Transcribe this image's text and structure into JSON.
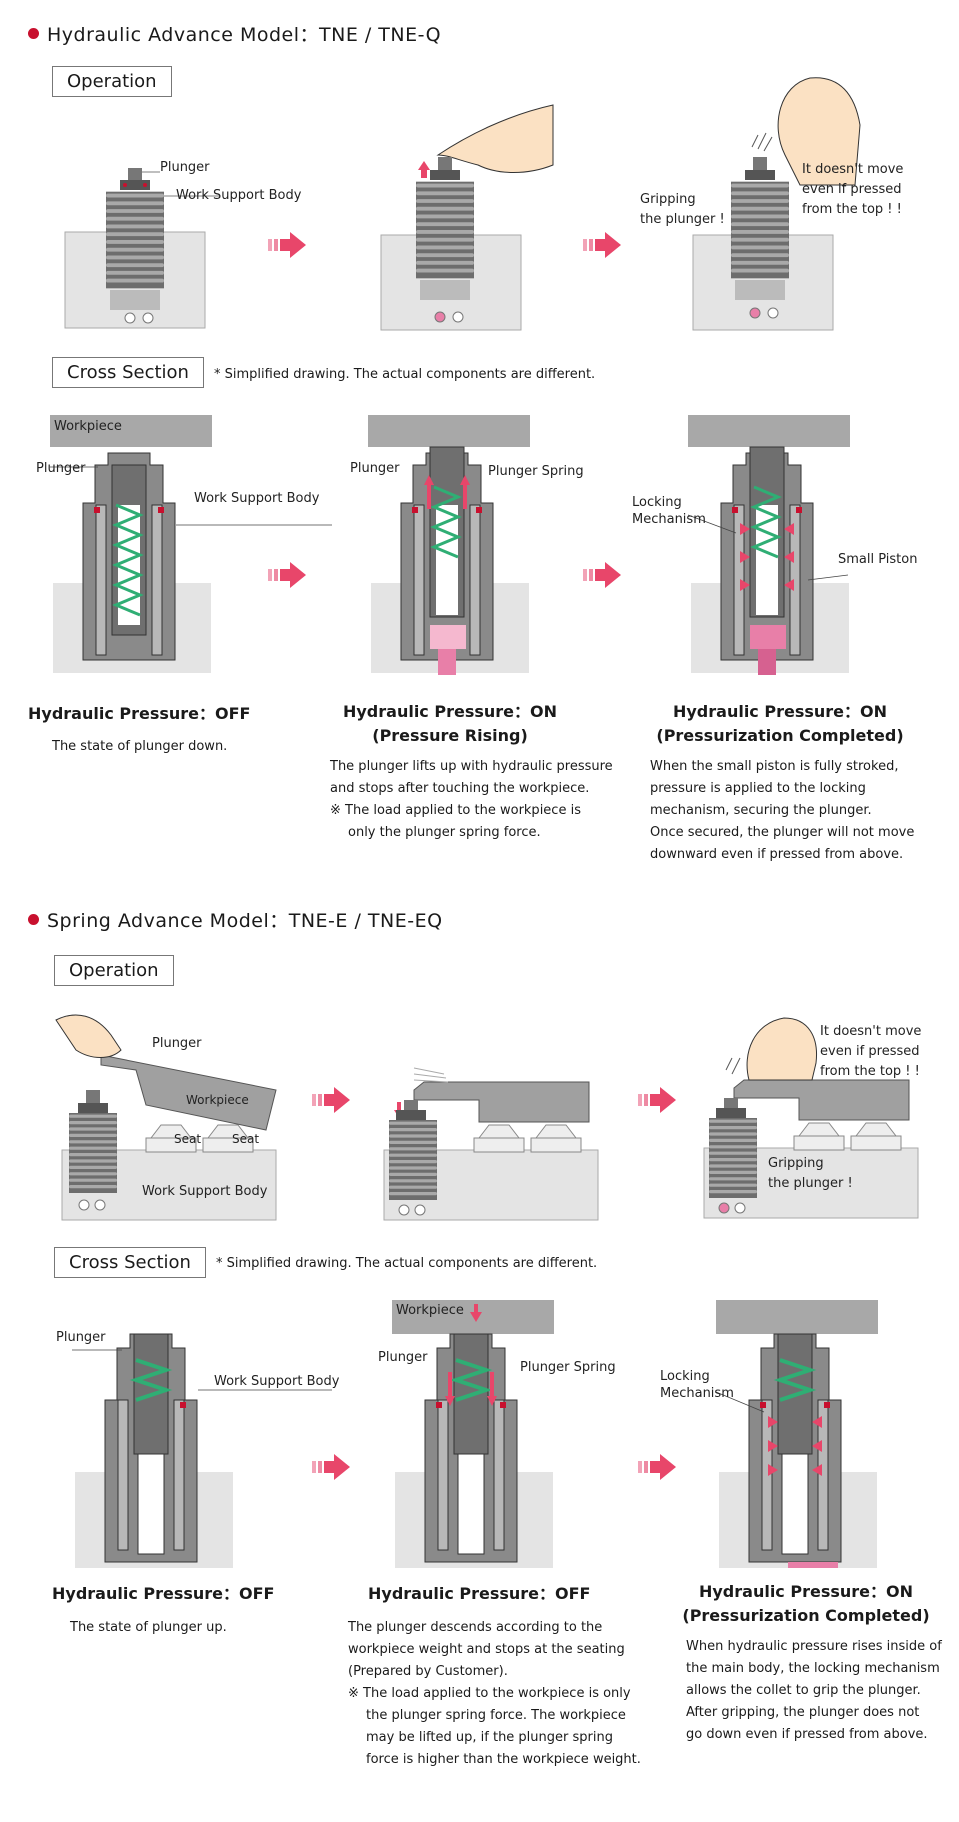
{
  "hydraulic": {
    "title": "Hydraulic Advance Model：TNE / TNE-Q",
    "operation_label": "Operation",
    "op_labels": {
      "plunger": "Plunger",
      "work_support_body": "Work Support Body",
      "gripping": "Gripping\nthe plunger !",
      "doesnt_move": "It doesn't move\neven if pressed\nfrom the top ! !"
    },
    "cross_section_label": "Cross Section",
    "cross_note": "* Simplified drawing. The actual components are different.",
    "cs_labels": {
      "workpiece": "Workpiece",
      "plunger1": "Plunger",
      "work_support_body": "Work Support Body",
      "plunger2": "Plunger",
      "plunger_spring": "Plunger Spring",
      "locking_mechanism": "Locking\nMechanism",
      "small_piston": "Small Piston"
    },
    "states": [
      {
        "title": "Hydraulic Pressure：OFF",
        "lines": [
          "The state of plunger down."
        ]
      },
      {
        "title": "Hydraulic Pressure：ON\n(Pressure Rising)",
        "lines": [
          "The plunger lifts up with hydraulic pressure",
          "and stops after touching the workpiece.",
          "※ The load applied to the workpiece is only the plunger spring force."
        ]
      },
      {
        "title": "Hydraulic Pressure：ON\n(Pressurization Completed)",
        "lines": [
          "When the small piston is fully stroked,",
          "pressure is applied to the locking",
          "mechanism, securing the plunger.",
          "Once secured, the plunger will not move",
          "downward even if pressed from above."
        ]
      }
    ]
  },
  "spring": {
    "title": "Spring Advance Model：TNE-E / TNE-EQ",
    "operation_label": "Operation",
    "op_labels": {
      "plunger": "Plunger",
      "workpiece": "Workpiece",
      "seat1": "Seat",
      "seat2": "Seat",
      "work_support_body": "Work Support Body",
      "gripping": "Gripping\nthe plunger !",
      "doesnt_move": "It doesn't move\neven if pressed\nfrom the top ! !"
    },
    "cross_section_label": "Cross Section",
    "cross_note": "* Simplified drawing. The actual components are different.",
    "cs_labels": {
      "plunger1": "Plunger",
      "work_support_body": "Work Support Body",
      "workpiece": "Workpiece",
      "plunger2": "Plunger",
      "plunger_spring": "Plunger Spring",
      "locking_mechanism": "Locking\nMechanism"
    },
    "states": [
      {
        "title": "Hydraulic Pressure：OFF",
        "lines": [
          "The state of plunger up."
        ]
      },
      {
        "title": "Hydraulic Pressure：OFF",
        "lines": [
          "The plunger descends according to the",
          "workpiece weight and stops at the seating",
          "(Prepared by Customer).",
          "※ The load applied to the workpiece is only the plunger spring force. The workpiece may be lifted up, if the plunger spring force is higher than the workpiece weight."
        ]
      },
      {
        "title": "Hydraulic Pressure：ON\n(Pressurization Completed)",
        "lines": [
          "When hydraulic pressure rises inside of",
          "the main body, the locking mechanism",
          "allows the collet to grip the plunger.",
          "After gripping, the plunger does not",
          "go down even if pressed from above."
        ]
      }
    ]
  },
  "colors": {
    "accent": "#c8102e",
    "arrow": "#e8466a",
    "spring": "#2fae74",
    "body": "#9a9a9a",
    "pink": "#e87fa8"
  }
}
